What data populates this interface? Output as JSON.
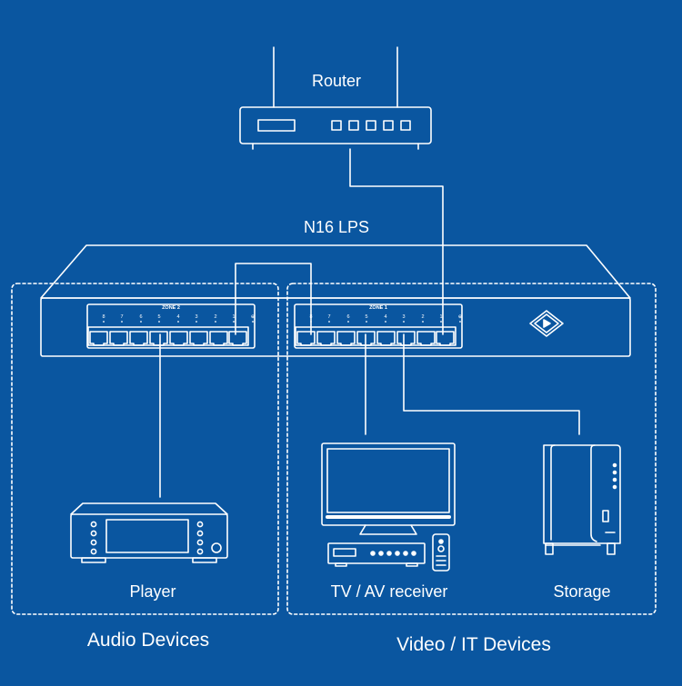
{
  "router": {
    "label": "Router"
  },
  "switch": {
    "label": "N16 LPS",
    "zone2_label": "ZONE 2",
    "zone1_label": "ZONE 1",
    "port_numbers": [
      "8",
      "7",
      "6",
      "5",
      "4",
      "3",
      "2",
      "1"
    ],
    "uplink_symbol": "⊕"
  },
  "devices": {
    "player": "Player",
    "tv_av": "TV / AV receiver",
    "storage": "Storage"
  },
  "groups": {
    "audio": "Audio Devices",
    "video": "Video / IT Devices"
  },
  "colors": {
    "background": "#0a56a0",
    "line": "#ffffff"
  }
}
